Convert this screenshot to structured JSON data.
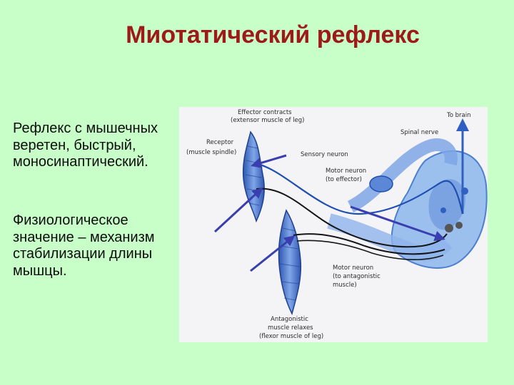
{
  "slide": {
    "title": "Миотатический рефлекс",
    "paragraph1": "Рефлекс с мышечных веретен, быстрый, моносинаптический.",
    "paragraph2": "Физиологическое значение – механизм стабилизации длины мышцы."
  },
  "figure": {
    "labels": {
      "effector_line1": "Effector contracts",
      "effector_line2": "(extensor muscle of leg)",
      "to_brain": "To brain",
      "spinal_nerve": "Spinal nerve",
      "receptor_line1": "Receptor",
      "receptor_line2": "(muscle spindle)",
      "sensory_neuron": "Sensory neuron",
      "motor_neuron_line1": "Motor neuron",
      "motor_neuron_line2": "(to effector)",
      "motor_antag_line1": "Motor neuron",
      "motor_antag_line2": "(to antagonistic",
      "motor_antag_line3": "muscle)",
      "antag_line1": "Antagonistic",
      "antag_line2": "muscle relaxes",
      "antag_line3": "(flexor muscle of leg)"
    }
  },
  "colors": {
    "background": "#c8ffc8",
    "title": "#9e1a1a",
    "muscle_blue": "#3f6fc4",
    "arrow_blue": "#3a3fb0"
  }
}
